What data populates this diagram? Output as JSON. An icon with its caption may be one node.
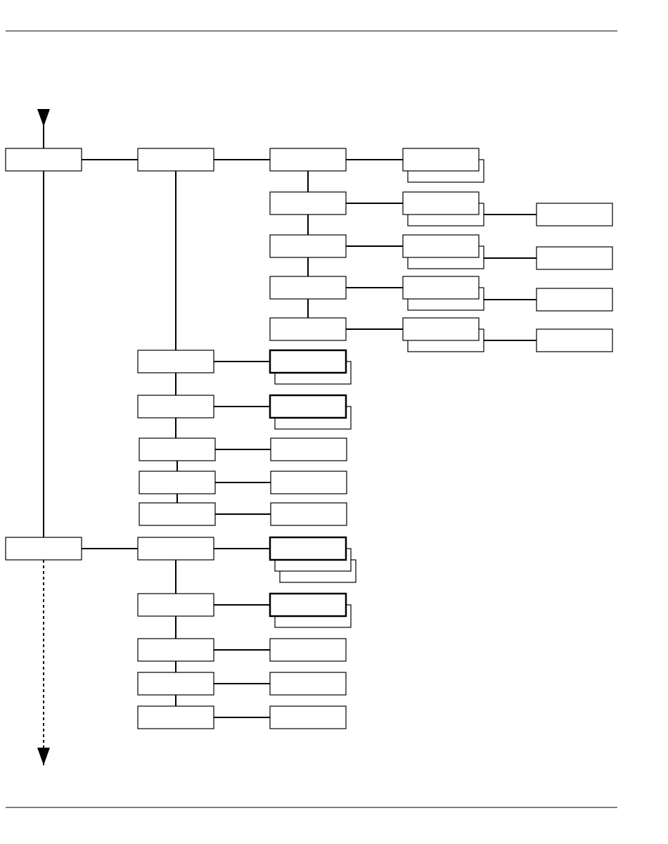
{
  "diagram": {
    "nodes": [
      {
        "text": [],
        "shape": "box"
      },
      {
        "text": [],
        "shape": "box"
      },
      {
        "text": [],
        "shape": "box"
      },
      {
        "text": [],
        "shape": "stack"
      },
      {
        "text": [],
        "shape": "box"
      },
      {
        "text": [],
        "shape": "stack"
      },
      {
        "text": [],
        "shape": "box"
      },
      {
        "text": [],
        "shape": "box"
      },
      {
        "text": [],
        "shape": "stack"
      },
      {
        "text": [],
        "shape": "box"
      },
      {
        "text": [],
        "shape": "box"
      },
      {
        "text": [],
        "shape": "stack"
      },
      {
        "text": [],
        "shape": "box"
      },
      {
        "text": [],
        "shape": "box"
      },
      {
        "text": [],
        "shape": "stack"
      },
      {
        "text": [],
        "shape": "box"
      },
      {
        "text": [],
        "shape": "box"
      },
      {
        "text": [],
        "shape": "stack"
      },
      {
        "text": [],
        "shape": "box"
      },
      {
        "text": [],
        "shape": "stack"
      },
      {
        "text": [],
        "shape": "box"
      },
      {
        "text": [],
        "shape": "box"
      },
      {
        "text": [],
        "shape": "box"
      },
      {
        "text": [],
        "shape": "box"
      },
      {
        "text": [],
        "shape": "box"
      },
      {
        "text": [],
        "shape": "box"
      },
      {
        "text": [],
        "shape": "box"
      },
      {
        "text": [],
        "shape": "box"
      },
      {
        "text": [],
        "shape": "stack"
      },
      {
        "text": [],
        "shape": "box"
      },
      {
        "text": [],
        "shape": "stack"
      },
      {
        "text": [],
        "shape": "box"
      },
      {
        "text": [],
        "shape": "box"
      },
      {
        "text": [],
        "shape": "box"
      },
      {
        "text": [],
        "shape": "box"
      },
      {
        "text": [],
        "shape": "box"
      },
      {
        "text": [],
        "shape": "box"
      }
    ],
    "edges": [
      {
        "from": 0,
        "to": null,
        "arrow": "to"
      },
      {
        "from": 0,
        "to": 1,
        "arrow": "none"
      },
      {
        "from": 0,
        "to": 26,
        "arrow": "none"
      },
      {
        "from": 26,
        "to": null,
        "arrow": "to",
        "style": "dashed"
      },
      {
        "from": 1,
        "to": 2,
        "arrow": "none"
      },
      {
        "from": 1,
        "to": 16,
        "arrow": "none"
      },
      {
        "from": 2,
        "to": 3,
        "arrow": "none"
      },
      {
        "from": 2,
        "to": 4,
        "arrow": "none"
      },
      {
        "from": 4,
        "to": 5,
        "arrow": "none"
      },
      {
        "from": 5,
        "to": 6,
        "arrow": "none"
      },
      {
        "from": 4,
        "to": 7,
        "arrow": "none"
      },
      {
        "from": 7,
        "to": 8,
        "arrow": "none"
      },
      {
        "from": 8,
        "to": 9,
        "arrow": "none"
      },
      {
        "from": 7,
        "to": 10,
        "arrow": "none"
      },
      {
        "from": 10,
        "to": 11,
        "arrow": "none"
      },
      {
        "from": 11,
        "to": 12,
        "arrow": "none"
      },
      {
        "from": 10,
        "to": 13,
        "arrow": "none"
      },
      {
        "from": 13,
        "to": 14,
        "arrow": "none"
      },
      {
        "from": 14,
        "to": 15,
        "arrow": "none"
      },
      {
        "from": 16,
        "to": 17,
        "arrow": "none"
      },
      {
        "from": 16,
        "to": 18,
        "arrow": "none"
      },
      {
        "from": 18,
        "to": 19,
        "arrow": "none"
      },
      {
        "from": 18,
        "to": 20,
        "arrow": "none"
      },
      {
        "from": 20,
        "to": 21,
        "arrow": "none"
      },
      {
        "from": 20,
        "to": 22,
        "arrow": "none"
      },
      {
        "from": 22,
        "to": 23,
        "arrow": "none"
      },
      {
        "from": 22,
        "to": 24,
        "arrow": "none"
      },
      {
        "from": 24,
        "to": 25,
        "arrow": "none"
      },
      {
        "from": 26,
        "to": 27,
        "arrow": "none"
      },
      {
        "from": 27,
        "to": 28,
        "arrow": "none"
      },
      {
        "from": 27,
        "to": 29,
        "arrow": "none"
      },
      {
        "from": 29,
        "to": 30,
        "arrow": "none"
      },
      {
        "from": 29,
        "to": 31,
        "arrow": "none"
      },
      {
        "from": 31,
        "to": 32,
        "arrow": "none"
      },
      {
        "from": 31,
        "to": 33,
        "arrow": "none"
      },
      {
        "from": 33,
        "to": 34,
        "arrow": "none"
      },
      {
        "from": 33,
        "to": 35,
        "arrow": "none"
      },
      {
        "from": 35,
        "to": 36,
        "arrow": "none"
      }
    ]
  }
}
